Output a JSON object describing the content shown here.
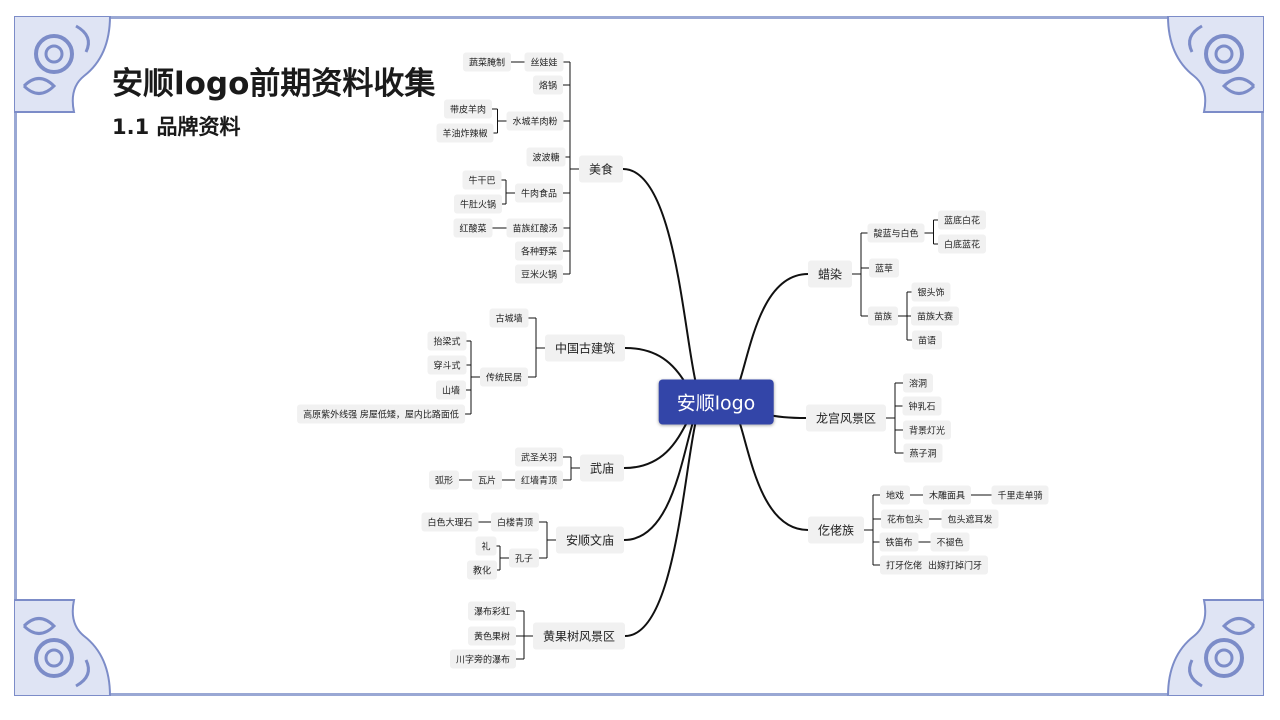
{
  "title": "安顺logo前期资料收集",
  "subtitle": "1.1 品牌资料",
  "mindmap": {
    "center": "安顺logo",
    "left": [
      {
        "label": "美食",
        "children": [
          {
            "label": "丝娃娃",
            "children": [
              {
                "label": "蔬菜腌制"
              }
            ]
          },
          {
            "label": "烙锅"
          },
          {
            "label": "水城羊肉粉",
            "children": [
              {
                "label": "带皮羊肉"
              },
              {
                "label": "羊油炸辣椒"
              }
            ]
          },
          {
            "label": "波波糖"
          },
          {
            "label": "牛肉食品",
            "children": [
              {
                "label": "牛干巴"
              },
              {
                "label": "牛肚火锅"
              }
            ]
          },
          {
            "label": "苗族红酸汤",
            "children": [
              {
                "label": "红酸菜"
              }
            ]
          },
          {
            "label": "各种野菜"
          },
          {
            "label": "豆米火锅"
          }
        ]
      },
      {
        "label": "中国古建筑",
        "children": [
          {
            "label": "古城墙"
          },
          {
            "label": "传统民居",
            "children": [
              {
                "label": "抬梁式"
              },
              {
                "label": "穿斗式"
              },
              {
                "label": "山墙"
              },
              {
                "label": "高原紫外线强  房屋低矮，屋内比路面低"
              }
            ]
          }
        ]
      },
      {
        "label": "武庙",
        "children": [
          {
            "label": "武圣关羽"
          },
          {
            "label": "红墙青顶",
            "children": [
              {
                "label": "瓦片",
                "children": [
                  {
                    "label": "弧形"
                  }
                ]
              }
            ]
          }
        ]
      },
      {
        "label": "安顺文庙",
        "children": [
          {
            "label": "白楼青顶",
            "children": [
              {
                "label": "白色大理石"
              }
            ]
          },
          {
            "label": "孔子",
            "children": [
              {
                "label": "礼"
              },
              {
                "label": "教化"
              }
            ]
          }
        ]
      },
      {
        "label": "黄果树风景区",
        "children": [
          {
            "label": "瀑布彩虹"
          },
          {
            "label": "黄色果树"
          },
          {
            "label": "川字旁的瀑布"
          }
        ]
      }
    ],
    "right": [
      {
        "label": "蜡染",
        "children": [
          {
            "label": "靛蓝与白色",
            "children": [
              {
                "label": "蓝底白花"
              },
              {
                "label": "白底蓝花"
              }
            ]
          },
          {
            "label": "蓝草"
          },
          {
            "label": "苗族",
            "children": [
              {
                "label": "银头饰"
              },
              {
                "label": "苗族大赛"
              },
              {
                "label": "苗语"
              }
            ]
          }
        ]
      },
      {
        "label": "龙宫风景区",
        "children": [
          {
            "label": "溶洞"
          },
          {
            "label": "钟乳石"
          },
          {
            "label": "背景灯光"
          },
          {
            "label": "燕子洞"
          }
        ]
      },
      {
        "label": "仡佬族",
        "children": [
          {
            "label": "地戏",
            "children": [
              {
                "label": "木雕面具",
                "children": [
                  {
                    "label": "千里走单骑"
                  }
                ]
              }
            ]
          },
          {
            "label": "花布包头",
            "children": [
              {
                "label": "包头遮耳发"
              }
            ]
          },
          {
            "label": "铁笛布",
            "children": [
              {
                "label": "不褪色"
              }
            ]
          },
          {
            "label": "打牙仡佬",
            "children": [
              {
                "label": "出嫁打掉门牙"
              }
            ]
          }
        ]
      }
    ]
  },
  "colors": {
    "center_fill": "#3345a8",
    "center_text": "#ffffff",
    "node_fill": "#f1f1f1",
    "line": "#111111",
    "frame": "#9aa8d4",
    "ornament": "#7c8cc8"
  }
}
